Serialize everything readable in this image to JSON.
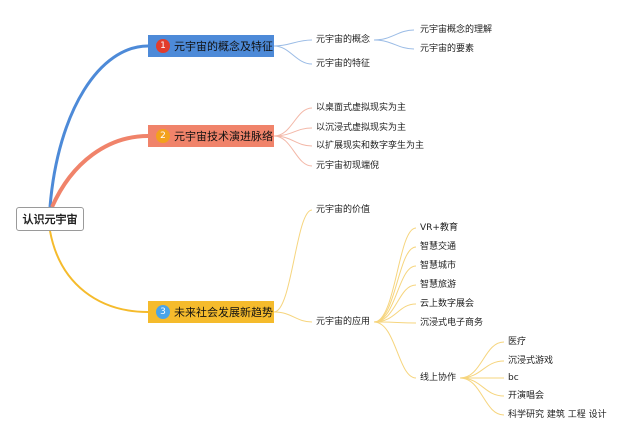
{
  "root": "认识元宇宙",
  "branches": [
    {
      "num": "1",
      "label": "元宇宙的概念及特征",
      "color": "#4d8ad8",
      "children": [
        {
          "label": "元宇宙的概念",
          "children": [
            "元宇宙概念的理解",
            "元宇宙的要素"
          ]
        },
        {
          "label": "元宇宙的特征"
        }
      ]
    },
    {
      "num": "2",
      "label": "元宇宙技术演进脉络",
      "color": "#f0836a",
      "children": [
        "以桌面式虚拟现实为主",
        "以沉浸式虚拟现实为主",
        "以扩展现实和数字孪生为主",
        "元宇宙初现端倪"
      ]
    },
    {
      "num": "3",
      "label": "未来社会发展新趋势",
      "color": "#f5bb2c",
      "children": [
        {
          "label": "元宇宙的价值"
        },
        {
          "label": "元宇宙的应用",
          "children": [
            "VR+教育",
            "智慧交通",
            "智慧城市",
            "智慧旅游",
            "云上数字展会",
            "沉浸式电子商务"
          ],
          "collab": {
            "label": "线上协作",
            "children": [
              "医疗",
              "沉浸式游戏",
              "bc",
              "开演唱会",
              "科学研究 建筑 工程 设计"
            ]
          }
        }
      ]
    }
  ]
}
